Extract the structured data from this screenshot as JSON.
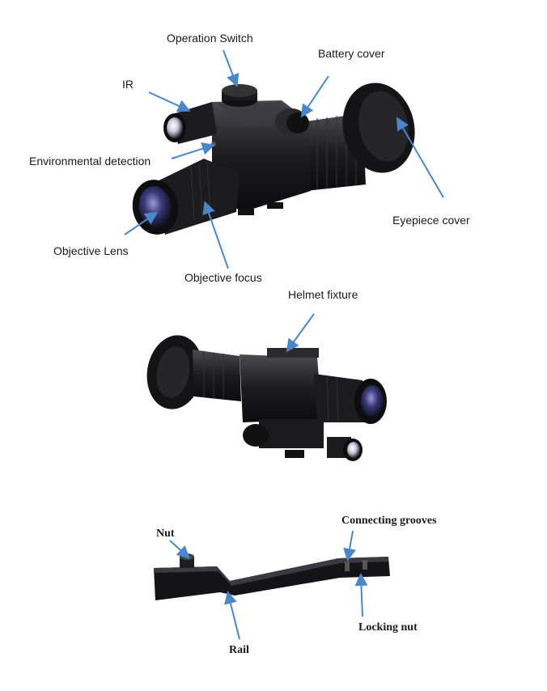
{
  "labels": {
    "operation_switch": "Operation Switch",
    "battery_cover": "Battery cover",
    "ir": "IR",
    "environmental_detection": "Environmental detection",
    "eyepiece_cover": "Eyepiece cover",
    "objective_lens": "Objective  Lens",
    "objective_focus": "Objective focus",
    "helmet_fixture": "Helmet fixture",
    "nut": "Nut",
    "connecting_grooves": "Connecting grooves",
    "locking_nut": "Locking nut",
    "rail": "Rail"
  },
  "colors": {
    "arrow": "#4a86c8",
    "device_body": "#1c1c1e",
    "device_highlight": "#4a4a50",
    "lens_glass": "#3b3a7a"
  }
}
